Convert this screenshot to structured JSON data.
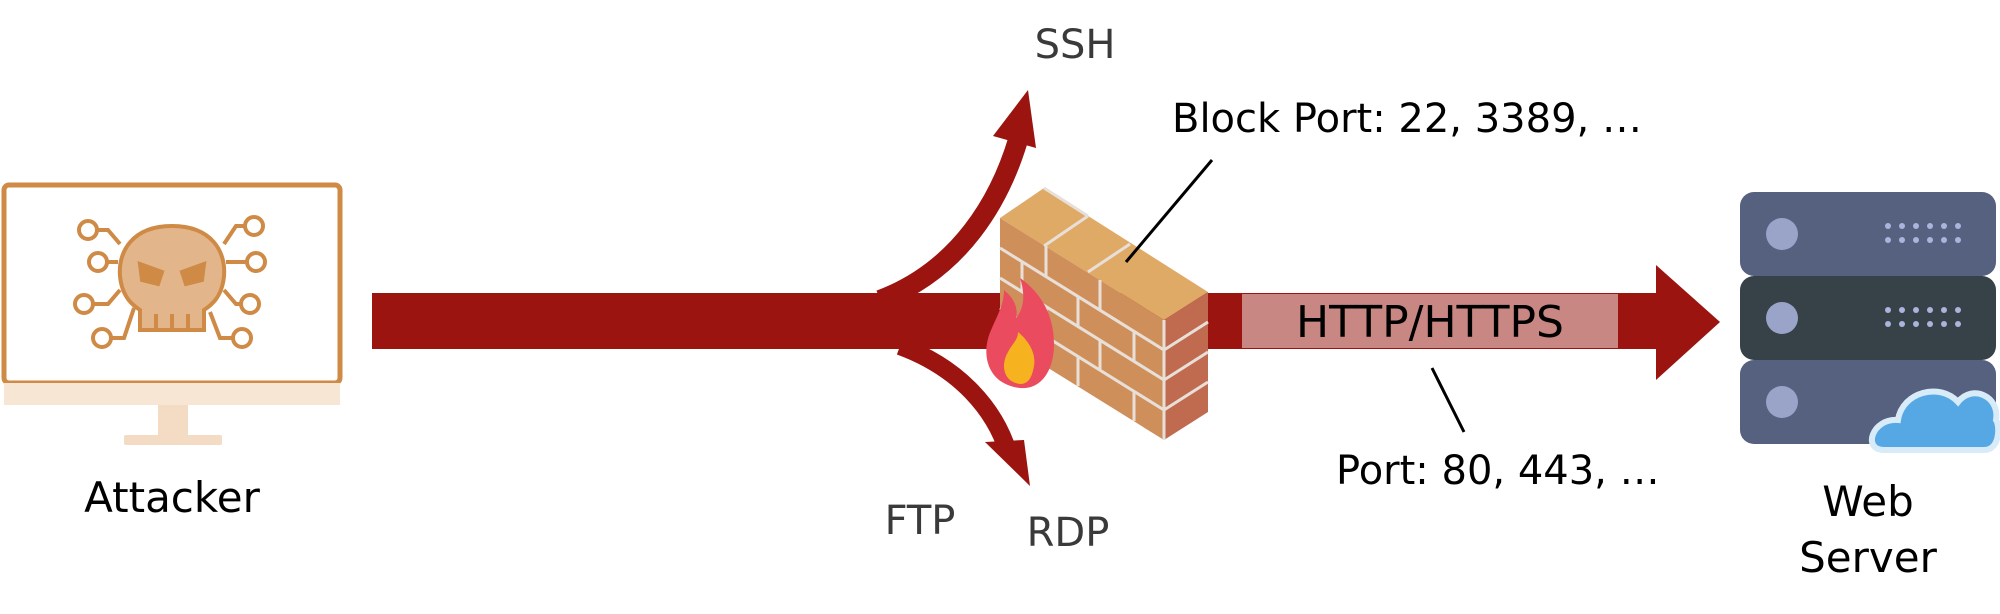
{
  "labels": {
    "attacker": "Attacker",
    "web_server_line1": "Web",
    "web_server_line2": "Server",
    "ssh": "SSH",
    "ftp": "FTP",
    "rdp": "RDP",
    "block_port": "Block Port: 22, 3389, …",
    "http_https": "HTTP/HTTPS",
    "allowed_port": "Port: 80, 443, …"
  },
  "icons": {
    "attacker": "monitor-skull-icon",
    "firewall": "firewall-brick-wall-icon",
    "fire": "fire-icon",
    "server": "server-rack-icon",
    "cloud": "cloud-icon"
  },
  "colors": {
    "traffic_arrow": "#9b1410",
    "http_band": "#c98783",
    "monitor": "#cf8a45",
    "skull": "#e2b68a",
    "brick_front": "#cf8f5a",
    "brick_side": "#c06a50",
    "brick_top": "#dfaa66",
    "fire_outer": "#ea4b5f",
    "fire_inner": "#f6b21f",
    "server_unit": "#56607f",
    "server_unit_dark": "#364248",
    "cloud": "#55a8e3",
    "text": "#000000",
    "port_text": "#3a3a3a"
  }
}
